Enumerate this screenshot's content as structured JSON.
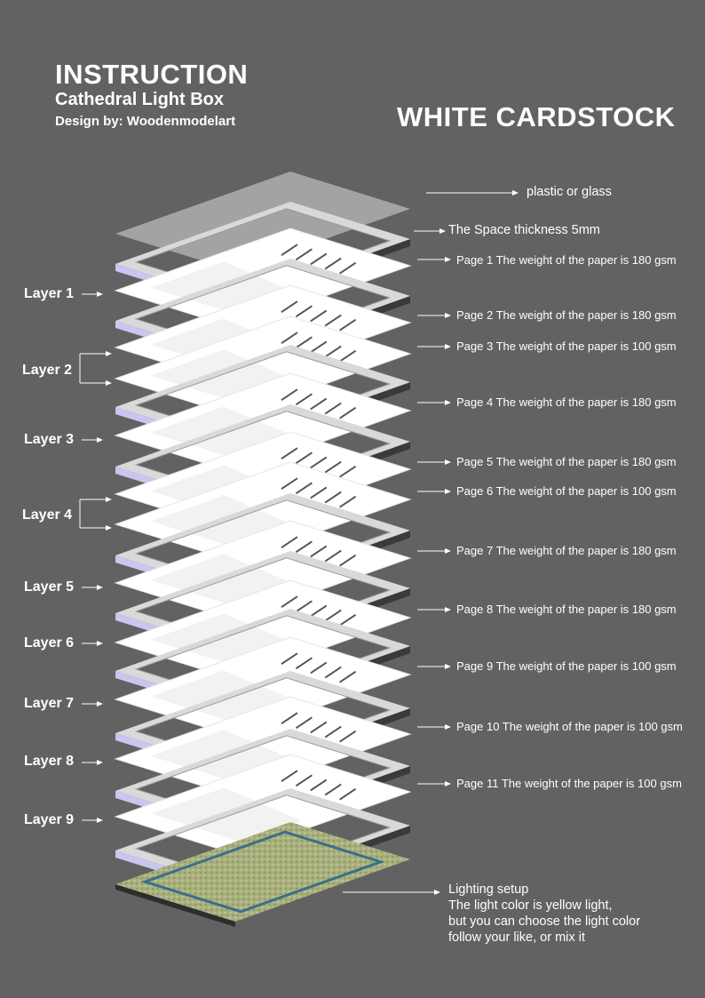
{
  "header": {
    "title": "INSTRUCTION",
    "subtitle": "Cathedral Light Box",
    "designer": "Design by: Woodenmodelart",
    "material": "WHITE CARDSTOCK"
  },
  "top_notes": {
    "cover": "plastic or glass",
    "spacer": "The Space thickness 5mm"
  },
  "pages": [
    {
      "label": "Page 1 The weight of the paper is 180 gsm"
    },
    {
      "label": "Page 2 The weight of the paper is 180 gsm"
    },
    {
      "label": "Page 3 The weight of the paper is 100 gsm"
    },
    {
      "label": "Page 4 The weight of the paper is 180 gsm"
    },
    {
      "label": "Page 5 The weight of the paper is 180 gsm"
    },
    {
      "label": "Page 6 The weight of the paper is 100 gsm"
    },
    {
      "label": "Page 7 The weight of the paper is 180 gsm"
    },
    {
      "label": "Page 8 The weight of the paper is 180 gsm"
    },
    {
      "label": "Page 9 The weight of the paper is 100 gsm"
    },
    {
      "label": "Page 10 The weight of the paper is 100 gsm"
    },
    {
      "label": "Page 11 The weight of the paper is 100 gsm"
    }
  ],
  "layers": [
    {
      "label": "Layer 1"
    },
    {
      "label": "Layer 2"
    },
    {
      "label": "Layer 3"
    },
    {
      "label": "Layer 4"
    },
    {
      "label": "Layer 5"
    },
    {
      "label": "Layer 6"
    },
    {
      "label": "Layer 7"
    },
    {
      "label": "Layer 8"
    },
    {
      "label": "Layer 9"
    }
  ],
  "lighting": {
    "lines": [
      "Lighting setup",
      "The light color is yellow light,",
      "but you can choose the light color",
      "follow your like, or mix it"
    ]
  },
  "colors": {
    "background": "#626262",
    "frame_top": "#d9d9d9",
    "frame_edge_blue": "#c9c6f0",
    "frame_side_dark": "#3a3a3a",
    "cover": "#a6a6a6",
    "paper": "#ffffff",
    "led_board": "#a7b07c"
  }
}
